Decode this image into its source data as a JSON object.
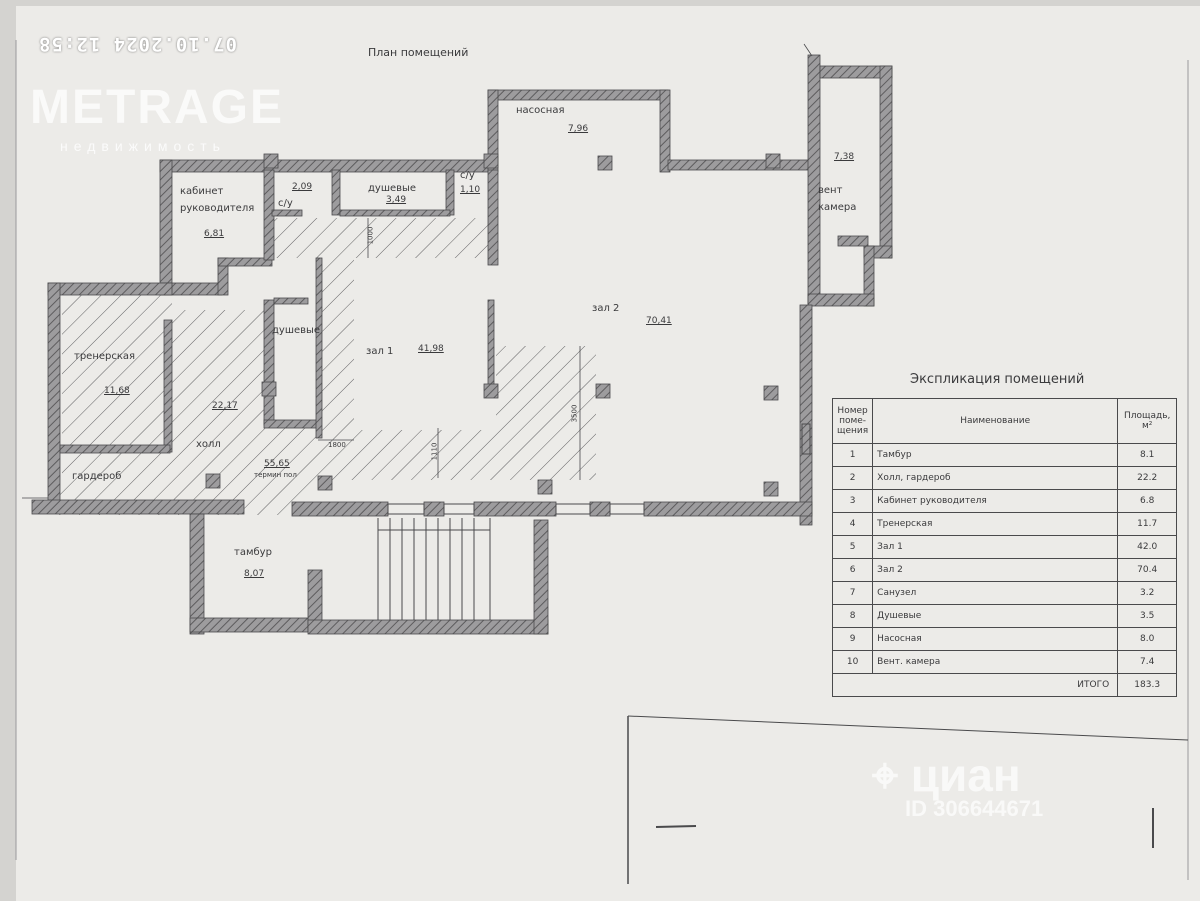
{
  "stamp": {
    "datetime": "07.10.2024 12:58"
  },
  "watermarks": {
    "brand": "METRAGE",
    "brand_sub": "недвижимость",
    "cian": "циан",
    "cian_id": "ID 306644671"
  },
  "plan": {
    "title": "План помещений",
    "rooms": {
      "nasosnaya": "насосная",
      "nasosnaya_area": "7,96",
      "vent": "вент",
      "vent2": "камера",
      "vent_area": "7,38",
      "kabinet": "кабинет",
      "kabinet2": "руководителя",
      "kabinet_area": "6,81",
      "su1": "с/у",
      "su1_area": "2,09",
      "dush_top": "душевые",
      "dush_top_area": "3,49",
      "su2": "с/у",
      "su2_area": "1,10",
      "dush_mid": "душевые",
      "zal1": "зал 1",
      "zal1_area": "41,98",
      "zal2": "зал 2",
      "zal2_area": "70,41",
      "trener": "тренерская",
      "trener_area": "11,68",
      "holl_area_a": "22,17",
      "holl": "холл",
      "garderob": "гардероб",
      "holl_area_b": "55,65",
      "holl_sub": "термин пол",
      "tambur": "тамбур",
      "tambur_area": "8,07"
    },
    "dims": {
      "d1": "1800",
      "d2": "1000",
      "d3": "1110",
      "d4": "3500"
    }
  },
  "explication": {
    "title": "Экспликация помещений",
    "headers": {
      "num": [
        "Номер",
        "поме-",
        "щения"
      ],
      "name": "Наименование",
      "area": "Площадь, м²"
    },
    "rows": [
      {
        "num": "1",
        "name": "Тамбур",
        "area": "8.1"
      },
      {
        "num": "2",
        "name": "Холл, гардероб",
        "area": "22.2"
      },
      {
        "num": "3",
        "name": "Кабинет руководителя",
        "area": "6.8"
      },
      {
        "num": "4",
        "name": "Тренерская",
        "area": "11.7"
      },
      {
        "num": "5",
        "name": "Зал 1",
        "area": "42.0"
      },
      {
        "num": "6",
        "name": "Зал 2",
        "area": "70.4"
      },
      {
        "num": "7",
        "name": "Санузел",
        "area": "3.2"
      },
      {
        "num": "8",
        "name": "Душевые",
        "area": "3.5"
      },
      {
        "num": "9",
        "name": "Насосная",
        "area": "8.0"
      },
      {
        "num": "10",
        "name": "Вент. камера",
        "area": "7.4"
      }
    ],
    "total_label": "ИТОГО",
    "total": "183.3"
  },
  "colors": {
    "paper": "#ecebe8",
    "background": "#d4d3d0",
    "wall": "#7d7c7e",
    "ink": "#3a3a3c"
  }
}
